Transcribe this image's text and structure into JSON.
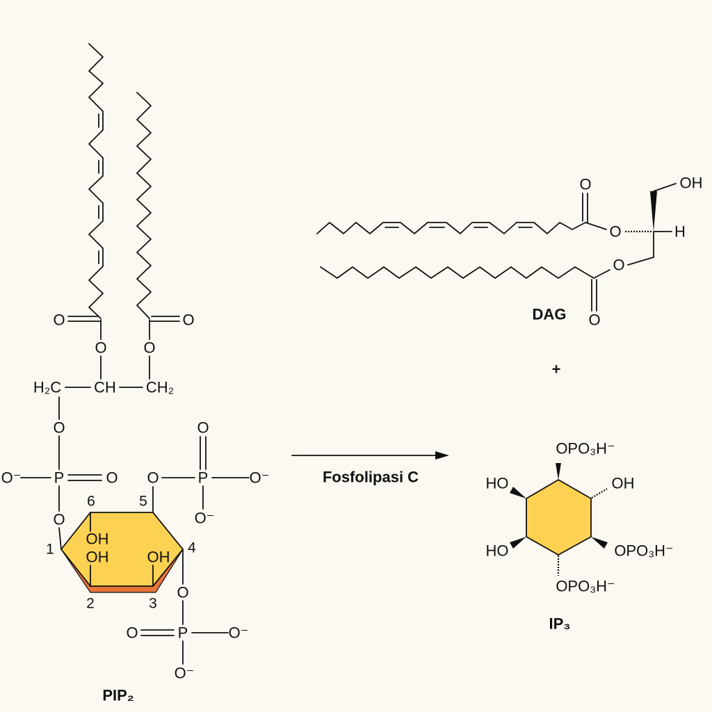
{
  "reaction": {
    "enzyme": "Fosfolipasi C",
    "plus": "+"
  },
  "pip2": {
    "name": "PIP₂",
    "atoms": {
      "carbonyl_o_left": "O",
      "carbonyl_o_right": "O",
      "ester_o_left": "O",
      "ester_o_right": "O",
      "h2c": "H₂C",
      "ch": "CH",
      "ch2": "CH₂",
      "glycerol_o": "O",
      "p1_o_minus": "O⁻",
      "p1": "P",
      "p1_o_double": "O",
      "p1_o_ring": "O",
      "p5_o_ring": "O",
      "p5": "P",
      "p5_o_minus_right": "O⁻",
      "p5_o_double": "O",
      "p5_o_minus_down": "O⁻",
      "p4_o_ring": "O",
      "p4": "P",
      "p4_o_double": "O",
      "p4_o_minus_right": "O⁻",
      "p4_o_minus_down": "O⁻",
      "oh_6": "OH",
      "oh_2": "OH",
      "oh_3": "OH"
    },
    "ring_numbers": {
      "c1": "1",
      "c2": "2",
      "c3": "3",
      "c4": "4",
      "c5": "5",
      "c6": "6"
    },
    "colors": {
      "ring": "#fdd152",
      "ring_edge": "#e8743a"
    }
  },
  "dag": {
    "name": "DAG",
    "atoms": {
      "carbonyl_o_top": "O",
      "ester_o_top": "O",
      "h": "H",
      "oh": "OH",
      "ester_o_bottom": "O",
      "carbonyl_o_bottom": "O"
    }
  },
  "ip3": {
    "name": "IP₃",
    "atoms": {
      "top": "OPO₃H⁻",
      "upper_left": "HO",
      "upper_right": "OH",
      "lower_left": "HO",
      "lower_right": "OPO₃H⁻",
      "bottom": "OPO₃H⁻"
    },
    "colors": {
      "ring": "#fdd152"
    }
  }
}
